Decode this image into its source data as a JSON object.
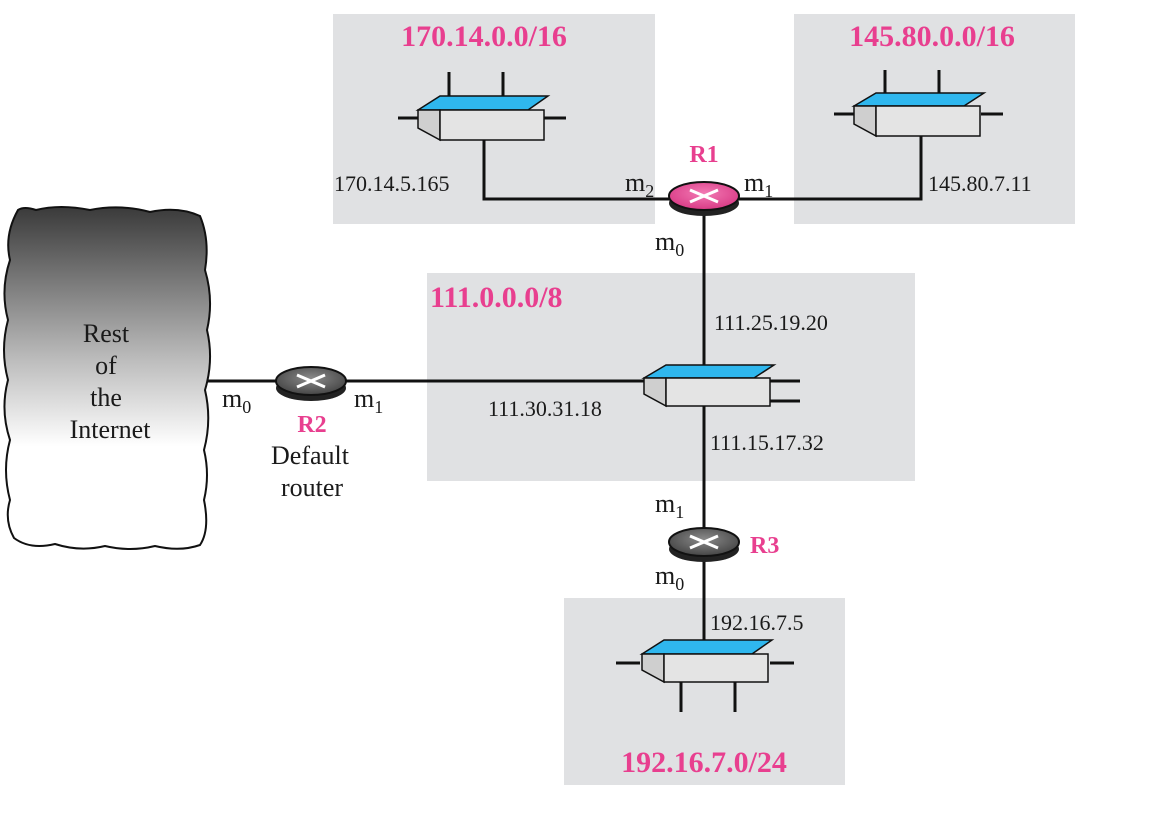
{
  "colors": {
    "net_bg": "#e0e1e3",
    "accent": "#e83f8f",
    "switch_top": "#2fb7ee",
    "switch_body": "#e4e4e4",
    "router_r1": "#e8509a",
    "router_dark": "#555555",
    "line": "#111111"
  },
  "networks": {
    "n170": {
      "label": "170.14.0.0/16"
    },
    "n145": {
      "label": "145.80.0.0/16"
    },
    "n111": {
      "label": "111.0.0.0/8"
    },
    "n192": {
      "label": "192.16.7.0/24"
    }
  },
  "addresses": {
    "a170": "170.14.5.165",
    "a145": "145.80.7.11",
    "a111_top": "111.25.19.20",
    "a111_left": "111.30.31.18",
    "a111_bottom": "111.15.17.32",
    "a192": "192.16.7.5"
  },
  "routers": {
    "r1": {
      "name": "R1",
      "ifaces": {
        "m2": {
          "m": "m",
          "sub": "2"
        },
        "m1": {
          "m": "m",
          "sub": "1"
        },
        "m0": {
          "m": "m",
          "sub": "0"
        }
      }
    },
    "r2": {
      "name": "R2",
      "caption_line1": "Default",
      "caption_line2": "router",
      "ifaces": {
        "m0": {
          "m": "m",
          "sub": "0"
        },
        "m1": {
          "m": "m",
          "sub": "1"
        }
      }
    },
    "r3": {
      "name": "R3",
      "ifaces": {
        "m1": {
          "m": "m",
          "sub": "1"
        },
        "m0": {
          "m": "m",
          "sub": "0"
        }
      }
    }
  },
  "internet": {
    "line1": "Rest",
    "line2": "of",
    "line3": "the",
    "line4": "Internet"
  },
  "icons": [
    "switch-icon",
    "router-icon",
    "cloud-icon"
  ]
}
